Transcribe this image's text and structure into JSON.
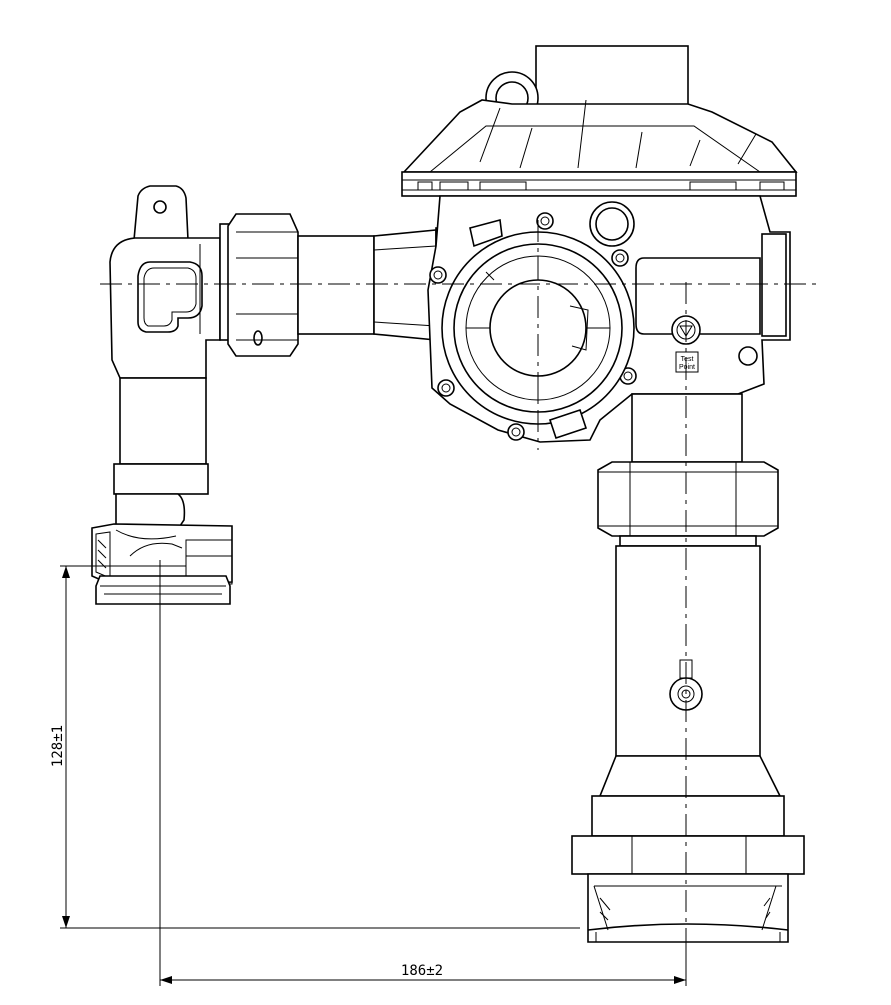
{
  "drawing": {
    "dimensions": {
      "vertical": "128±1",
      "horizontal": "186±2"
    },
    "labels": {
      "test_point_line1": "Test",
      "test_point_line2": "Point"
    }
  }
}
